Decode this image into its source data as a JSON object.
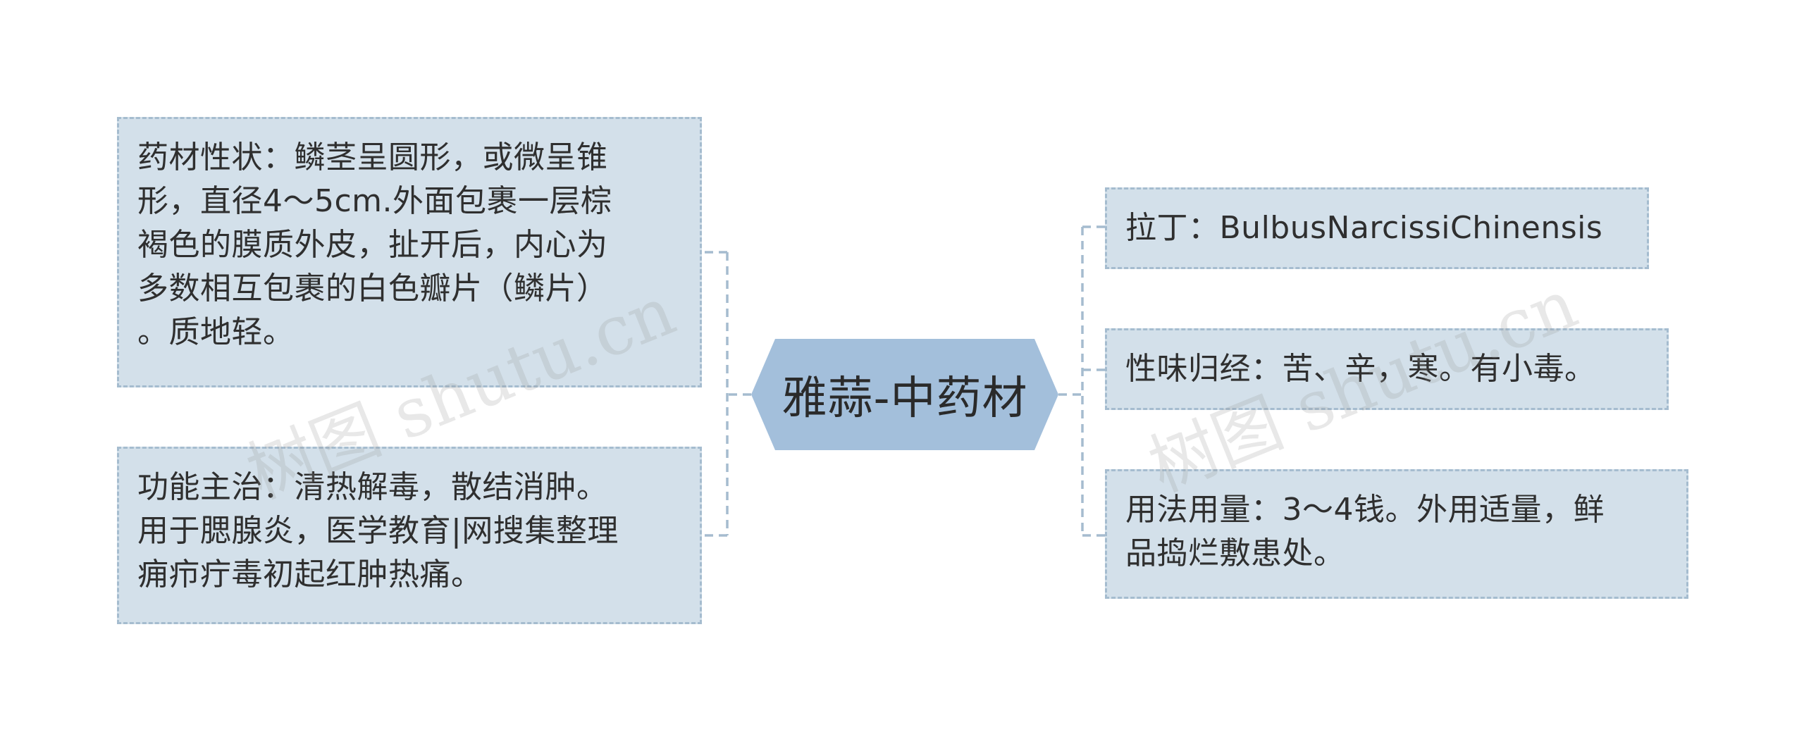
{
  "center": {
    "label": "雅蒜-中药材"
  },
  "left_nodes": [
    {
      "id": "traits",
      "lines": [
        "药材性状：鳞茎呈圆形，或微呈锥",
        "形，直径4～5cm.外面包裹一层棕",
        "褐色的膜质外皮，扯开后，内心为",
        "多数相互包裹的白色瓣片（鳞片）",
        "。质地轻。"
      ]
    },
    {
      "id": "function",
      "lines": [
        "功能主治：清热解毒，散结消肿。",
        "用于腮腺炎，医学教育|网搜集整理",
        "痈疖疔毒初起红肿热痛。"
      ]
    }
  ],
  "right_nodes": [
    {
      "id": "latin",
      "lines": [
        "拉丁：BulbusNarcissiChinensis"
      ]
    },
    {
      "id": "nature",
      "lines": [
        "性味归经：苦、辛，寒。有小毒。"
      ]
    },
    {
      "id": "usage",
      "lines": [
        "用法用量：3～4钱。外用适量，鲜",
        "品捣烂敷患处。"
      ]
    }
  ],
  "watermarks": [
    {
      "text": "树图 shutu.cn"
    },
    {
      "text": "树图 shutu.cn"
    }
  ],
  "colors": {
    "node_fill": "#d3e0ea",
    "node_border": "#a5bccf",
    "center_fill": "#a3bfdb",
    "connector": "#a5bccf"
  }
}
